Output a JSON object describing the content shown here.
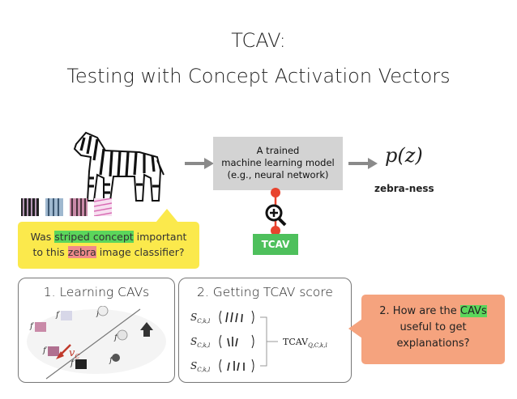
{
  "title": {
    "line1": "TCAV:",
    "line2": "Testing with Concept  Activation Vectors"
  },
  "model_box": {
    "line1": "A trained",
    "line2": "machine learning model",
    "line3": "(e.g., neural network)"
  },
  "output": {
    "math": "p(z)",
    "label": "zebra-ness"
  },
  "tcav_button": "TCAV",
  "callout": {
    "prefix": "Was ",
    "concept": "striped concept",
    "mid": " important",
    "line2_prefix": "to this ",
    "zebra": "zebra",
    "line2_suffix": " image classifier?"
  },
  "panel1": {
    "title": "1. Learning CAVs",
    "vc_label": "v",
    "vc_sub": "C"
  },
  "panel2": {
    "title": "2. Getting TCAV score",
    "rows": [
      "S",
      "S",
      "S"
    ],
    "row_sub": "C,k,l",
    "result": "TCAV",
    "result_sub": "Q,C,k,l"
  },
  "question2": {
    "prefix": "2. How are the ",
    "cavs": "CAVs",
    "line2": "useful to get",
    "line3": "explanations?"
  },
  "colors": {
    "callout_bg": "#fbe94c",
    "highlight_green": "#5bd65b",
    "highlight_red": "#f08a8a",
    "tcav_green": "#4ec05c",
    "probe_red": "#e8432e",
    "question_bg": "#f5a37e",
    "model_gray": "#d3d3d3"
  }
}
